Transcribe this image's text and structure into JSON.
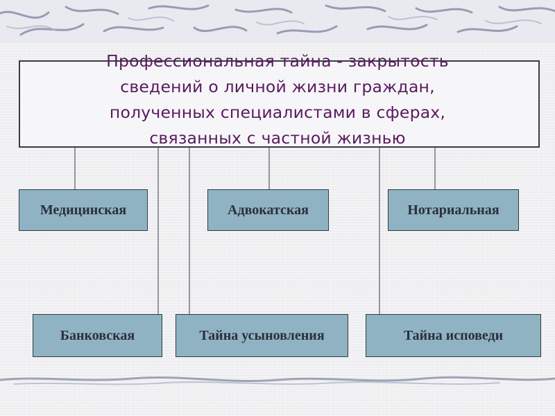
{
  "title": {
    "lines": [
      "Профессиональная тайна - закрытость",
      "сведений о личной жизни граждан,",
      "полученных специалистами в сферах,",
      "связанных с частной жизнью"
    ]
  },
  "nodes": {
    "medical": "Медицинская",
    "lawyer": "Адвокатская",
    "notary": "Нотариальная",
    "banking": "Банковская",
    "adoption": "Тайна усыновления",
    "confession": "Тайна исповеди"
  },
  "colors": {
    "title_text": "#5a1a5e",
    "node_fill": "#8fb3c3",
    "node_text": "#2b2f3a",
    "border": "#3a3a4a",
    "background": "#f1f1f3",
    "decor_stroke": "#8a8fa8"
  }
}
